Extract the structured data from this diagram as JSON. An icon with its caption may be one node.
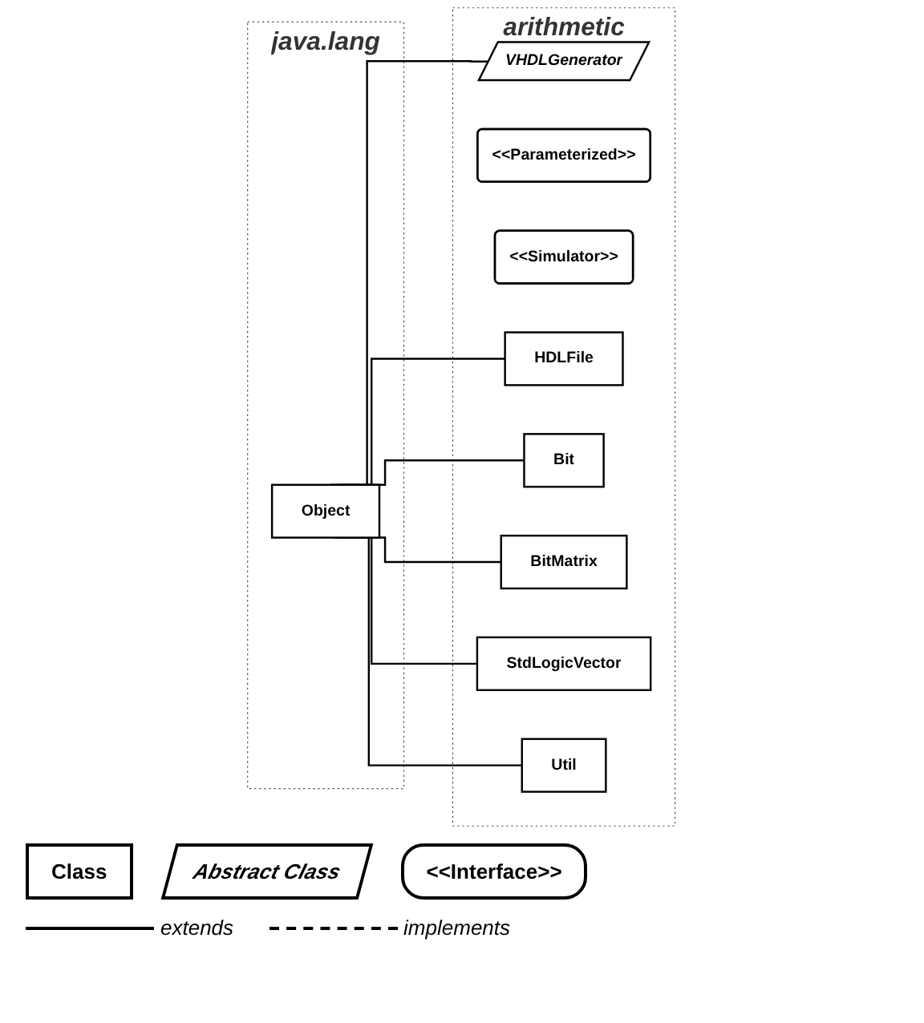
{
  "diagram": {
    "nodes": [
      {
        "text": [
          "java.lang"
        ]
      },
      {
        "text": [
          "Object"
        ],
        "in": 0
      },
      {
        "text": [
          "arithmetic"
        ]
      },
      {
        "text": [
          "VHDLGenerator"
        ],
        "in": 2
      },
      {
        "text": [
          "<<Parameterized>>"
        ],
        "in": 2
      },
      {
        "text": [
          "<<Simulator>>"
        ],
        "in": 2
      },
      {
        "text": [
          "HDLFile"
        ],
        "in": 2
      },
      {
        "text": [
          "Bit"
        ],
        "in": 2
      },
      {
        "text": [
          "BitMatrix"
        ],
        "in": 2
      },
      {
        "text": [
          "StdLogicVector"
        ],
        "in": 2
      },
      {
        "text": [
          "Util"
        ],
        "in": 2
      }
    ],
    "edges": [
      {
        "from": 1,
        "to": 3,
        "arrow": "none"
      },
      {
        "from": 1,
        "to": 6,
        "arrow": "none"
      },
      {
        "from": 1,
        "to": 7,
        "arrow": "none"
      },
      {
        "from": 1,
        "to": 8,
        "arrow": "none"
      },
      {
        "from": 1,
        "to": 9,
        "arrow": "none"
      },
      {
        "from": 1,
        "to": 10,
        "arrow": "none"
      }
    ],
    "legend": [
      {
        "text": "Class"
      },
      {
        "text": "Abstract Class"
      },
      {
        "text": "<<Interface>>"
      },
      {
        "text": "extends"
      },
      {
        "text": "implements"
      }
    ]
  }
}
